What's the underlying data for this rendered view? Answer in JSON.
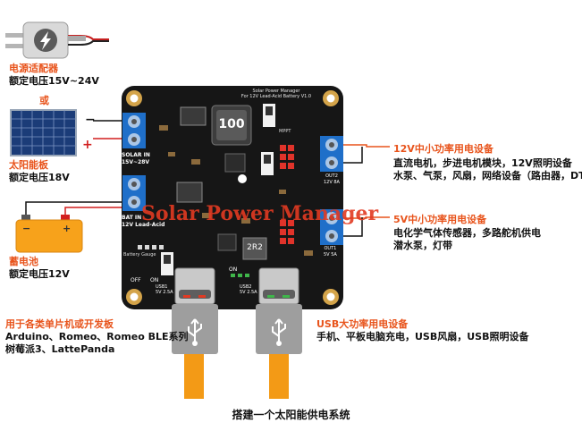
{
  "left": {
    "adapter_title": "电源适配器",
    "adapter_spec": "额定电压15V~24V",
    "or_text": "或",
    "solar_title": "太阳能板",
    "solar_spec": "额定电压18V",
    "battery_title": "蓄电池",
    "battery_spec": "额定电压12V",
    "mcu_title": "用于各类单片机或开发板",
    "mcu_line1": "Arduino、Romeo、Romeo BLE系列",
    "mcu_line2": "树莓派3、LattePanda"
  },
  "right": {
    "out12_title": "12V中小功率用电设备",
    "out12_line1": "直流电机，步进电机模块，12V照明设备",
    "out12_line2": "水泵、气泵，风扇，网络设备（路由器，DTU）",
    "out5_title": "5V中小功率用电设备",
    "out5_line1": "电化学气体传感器，多路舵机供电",
    "out5_line2": "潜水泵，灯带",
    "usb_title": "USB大功率用电设备",
    "usb_line1": "手机、平板电脑充电，USB风扇，USB照明设备"
  },
  "board": {
    "title_line1": "Solar Power Manager",
    "title_line2": "For 12V Lead-Acid Battery V1.0",
    "inductor_code": "100",
    "chip_code": "2R2",
    "solar_in": "SOLAR IN",
    "solar_in_range": "15V~28V",
    "bat_in": "BAT IN",
    "bat_type": "12V Lead-Acid",
    "battery_gauge": "Battery Gauge",
    "off": "OFF",
    "on": "ON",
    "out1": "OUT1",
    "out1_spec": "5V 5A",
    "out2": "OUT2",
    "out2_spec": "12V 8A",
    "usb1": "USB1",
    "usb1_spec": "5V 2.5A",
    "usb2": "USB2",
    "usb2_spec": "5V 2.5A",
    "mppt": "MPPT",
    "watermark": "Solar Power Manager"
  },
  "caption": "搭建一个太阳能供电系统",
  "colors": {
    "accent": "#e8541c",
    "board": "#161616",
    "terminal": "#1f6fc9",
    "cable": "#f39a16",
    "battery": "#f7a21b",
    "watermark": "#e23a22"
  },
  "icons": [
    "lightning-icon",
    "usb-icon"
  ]
}
